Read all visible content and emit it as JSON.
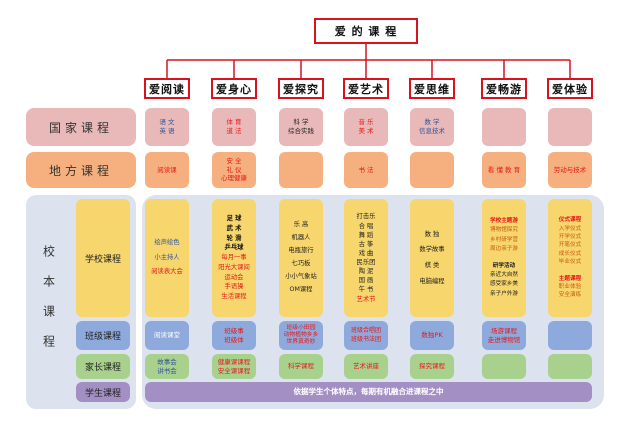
{
  "title": "爱 的 课 程",
  "columns": [
    "爱阅读",
    "爱身心",
    "爱探究",
    "爱艺术",
    "爱思维",
    "爱畅游",
    "爱体验"
  ],
  "rows": {
    "national": "国家课程",
    "local": "地方课程",
    "school_based": "校本课程",
    "school_courses": "学校课程",
    "class_courses": "班级课程",
    "family_courses": "家长课程",
    "student_courses": "学生课程"
  },
  "national_cells": [
    [
      "语 文",
      "英 语"
    ],
    [
      "体 育",
      "道 法"
    ],
    [
      "科 学",
      "综合实践"
    ],
    [
      "音 乐",
      "美 术"
    ],
    [
      "数 学",
      "信息技术"
    ],
    [],
    []
  ],
  "local_cells": [
    [
      "阅读课"
    ],
    [
      "安 全",
      "礼 仪",
      "心理健康"
    ],
    [],
    [
      "书 法"
    ],
    [],
    [
      "看 懂 教 育"
    ],
    [
      "劳动与技术"
    ]
  ],
  "school_cells": [
    [
      "绘声绘色",
      "小主持人",
      "阅读表大会"
    ],
    [
      "足 球",
      "武 术",
      "轮 滑",
      "乒乓球",
      "每月一事",
      "阳光大课间",
      "运动会",
      "手语操",
      "生活课程"
    ],
    [
      "乐 高",
      "机器人",
      "电瓶旅行",
      "七巧板",
      "小小气象站",
      "OM课程"
    ],
    [
      "打击乐",
      "合 唱",
      "舞 蹈",
      "古 筝",
      "戏 曲",
      "民乐团",
      "陶 泥",
      "国 画",
      "午 书",
      "艺术节"
    ],
    [
      "数 独",
      "数学故事",
      "棋 类",
      "电脑编程"
    ],
    [
      "学校主题游",
      "博物馆探究",
      "乡村研学营",
      "周边亲子游",
      "",
      "研学活动",
      "亲近大自然",
      "感受家乡美",
      "亲子户外游"
    ],
    [
      "仪式课程",
      "入学仪式",
      "开学仪式",
      "开笔仪式",
      "成长仪式",
      "毕业仪式",
      "",
      "主题课程",
      "职业体验",
      "安全演练"
    ]
  ],
  "class_cells": [
    [
      "阅读课堂"
    ],
    [
      "班级事",
      "班级体"
    ],
    [
      "班级小田园",
      "动物植物乡乡",
      "世界真奇妙"
    ],
    [
      "班级合唱团",
      "班级书法团"
    ],
    [
      "数独PK"
    ],
    [
      "场游课程",
      "走进博物馆"
    ],
    []
  ],
  "family_cells": [
    [
      "故事会",
      "讲书会"
    ],
    [
      "健康课课程",
      "安全课课程"
    ],
    [
      "科学课程"
    ],
    [
      "艺术讲座"
    ],
    [
      "探究课程"
    ],
    [],
    []
  ],
  "student_text": "依据学生个体特点，每期有机融合进课程之中"
}
